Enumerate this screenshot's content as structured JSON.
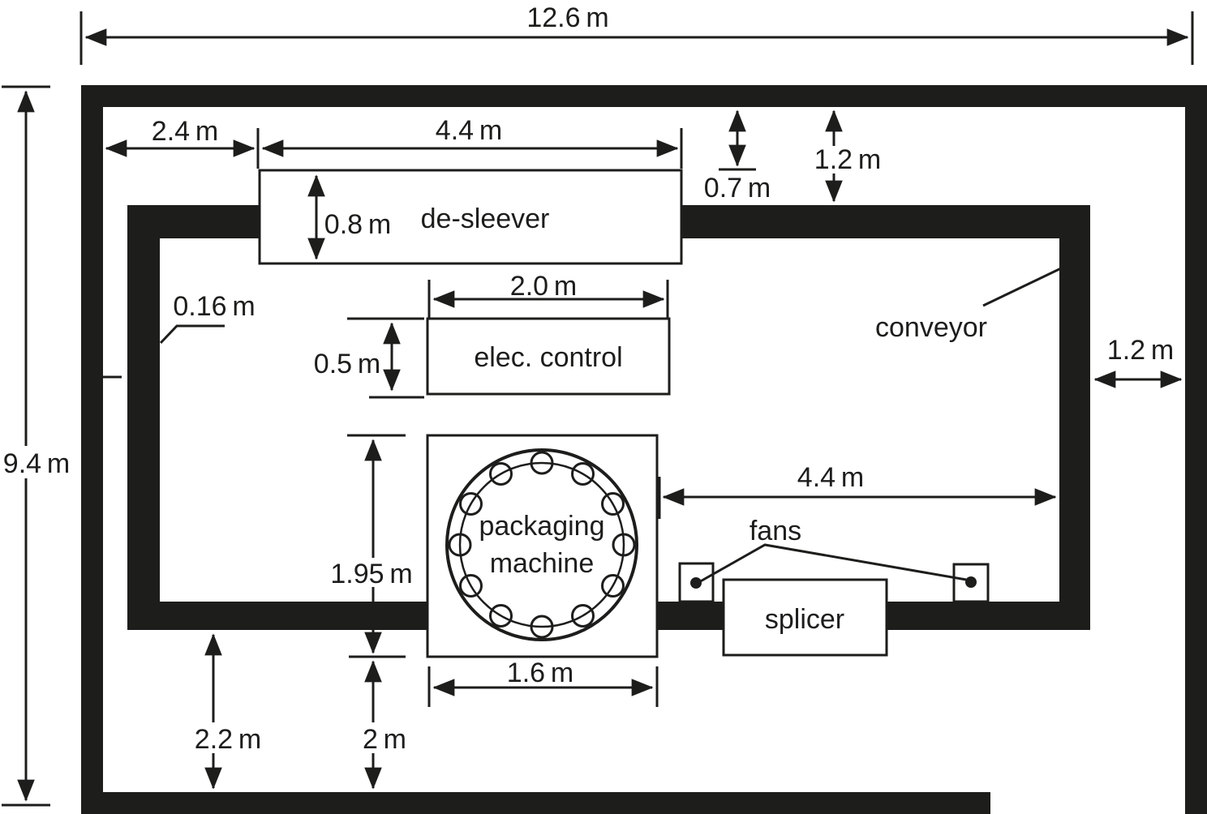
{
  "diagram": {
    "type": "floor-plan",
    "ink_color": "#1d1d1b",
    "background_color": "#ffffff",
    "equipment": {
      "desleever_label": "de-sleever",
      "elec_control_label": "elec. control",
      "packaging_machine_line1": "packaging",
      "packaging_machine_line2": "machine",
      "splicer_label": "splicer",
      "fans_label": "fans",
      "conveyor_label": "conveyor"
    },
    "dimensions": {
      "room_width": "12.6 m",
      "room_height": "9.4 m",
      "desleever_left_offset": "2.4 m",
      "desleever_width": "4.4 m",
      "desleever_height": "0.8 m",
      "desleever_top_gap": "0.7 m",
      "conveyor_top_gap": "1.2 m",
      "elec_control_width": "2.0 m",
      "elec_control_height": "0.5 m",
      "conveyor_thickness": "0.16 m",
      "packaging_machine_span": "1.95 m",
      "conveyor_right_span": "4.4 m",
      "conveyor_right_gap": "1.2 m",
      "packaging_machine_width": "1.6 m",
      "bottom_left_clearance": "2.2 m",
      "bottom_mid_clearance": "2 m"
    }
  }
}
